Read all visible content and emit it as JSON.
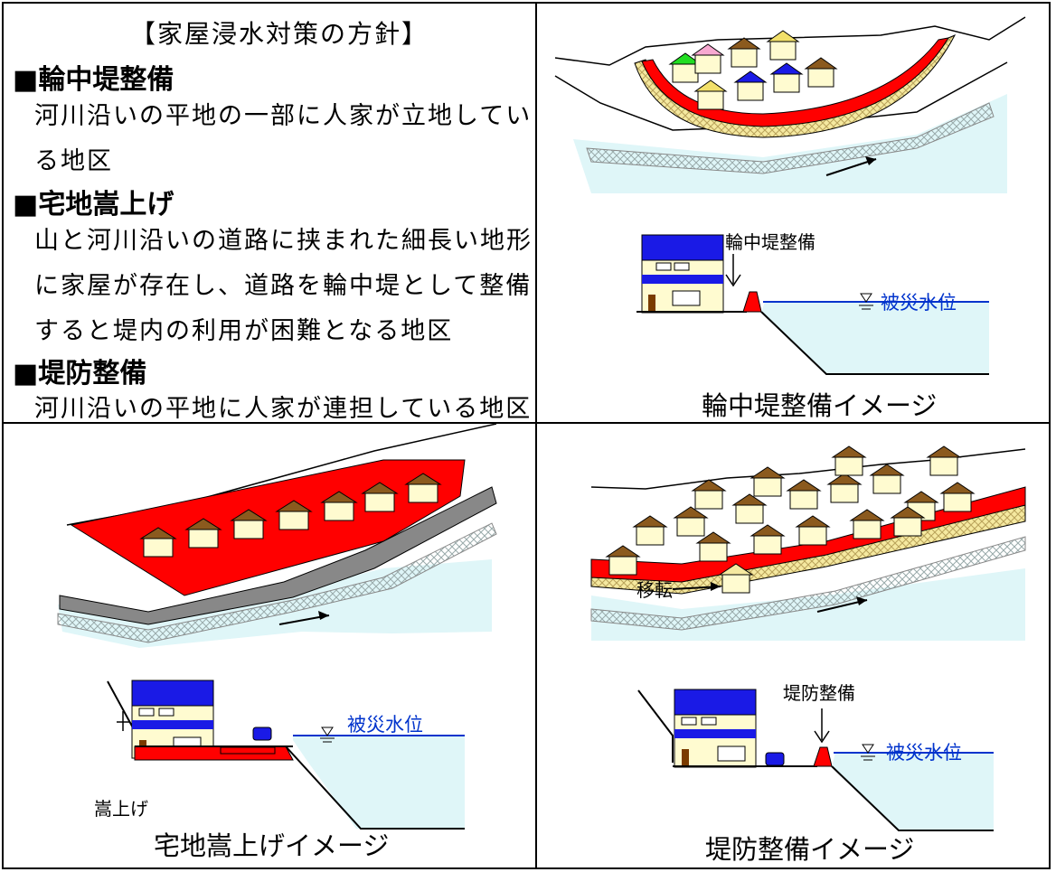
{
  "policy": {
    "title": "【家屋浸水対策の方針】",
    "sections": [
      {
        "heading": "■輪中堤整備",
        "body": "河川沿いの平地の一部に人家が立地している地区"
      },
      {
        "heading": "■宅地嵩上げ",
        "body": "山と河川沿いの道路に挟まれた細長い地形に家屋が存在し、道路を輪中堤として整備すると堤内の利用が困難となる地区"
      },
      {
        "heading": "■堤防整備",
        "body": "河川沿いの平地に人家が連担している地区"
      }
    ]
  },
  "panels": {
    "ring_levee": {
      "caption": "輪中堤整備イメージ",
      "levee_label": "輪中堤整備",
      "water_label": "被災水位"
    },
    "raising": {
      "caption": "宅地嵩上げイメージ",
      "raise_label": "嵩上げ",
      "water_label": "被災水位"
    },
    "embankment": {
      "caption": "堤防整備イメージ",
      "levee_label": "堤防整備",
      "water_label": "被災水位",
      "relocation_label": "移転"
    }
  },
  "colors": {
    "levee_red": "#ff0000",
    "water": "#dff6f8",
    "roof_blue": "#1a1ae6",
    "house_wall": "#fffbd0",
    "roof_brown": "#8b5a1e",
    "water_level_blue": "#0033cc"
  }
}
